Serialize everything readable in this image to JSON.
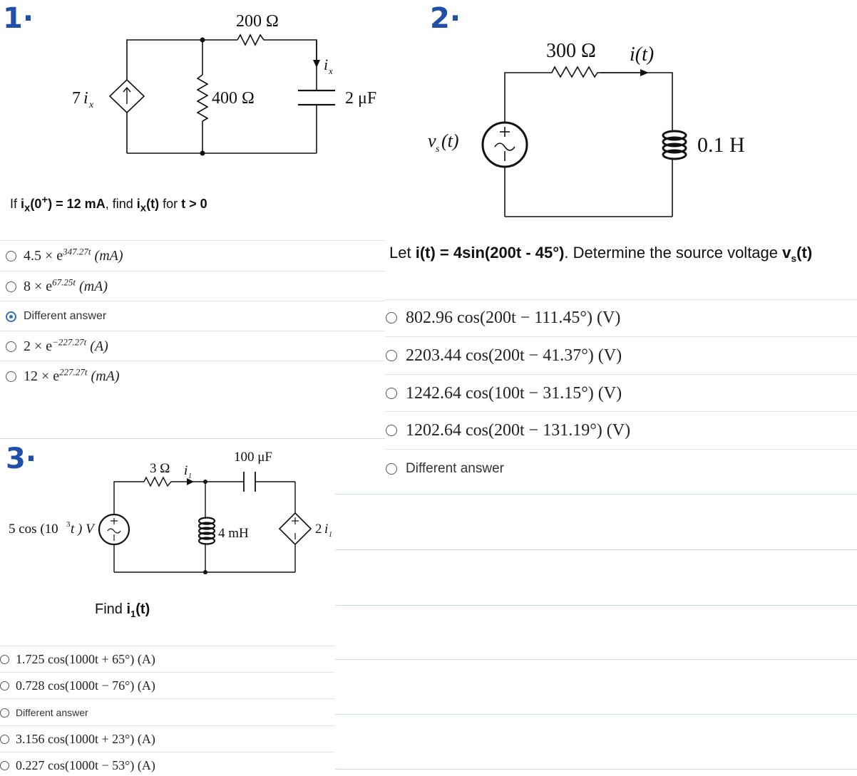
{
  "q1": {
    "number": "1·",
    "circuit": {
      "source_label": "7",
      "source_sub": "x",
      "r1": "200 Ω",
      "r2": "400 Ω",
      "cap": "2 μF",
      "current_label": "i",
      "current_sub": "x"
    },
    "prompt": {
      "p1": "If ",
      "p2": "i",
      "p3": "x",
      "p4": "(0",
      "p5": "+",
      "p6": ") = 12 mA",
      "p7": ", find ",
      "p8": "i",
      "p9": "x",
      "p10": "(t)",
      "p11": " for ",
      "p12": "t > 0"
    },
    "options": [
      {
        "coef": "4.5 × e",
        "exp": "347.27t",
        "unit": "(mA)",
        "selected": false
      },
      {
        "coef": "8 × e",
        "exp": "67.25t",
        "unit": "(mA)",
        "selected": false
      },
      {
        "text": "Different answer",
        "selected": true
      },
      {
        "coef": "2 × e",
        "exp": "−227.27t",
        "unit": "(A)",
        "selected": false
      },
      {
        "coef": "12 × e",
        "exp": "227.27t",
        "unit": "(mA)",
        "selected": false
      }
    ]
  },
  "q2": {
    "number": "2·",
    "circuit": {
      "r": "300 Ω",
      "current": "i(t)",
      "source": "v",
      "source_sub": "s",
      "source_arg": "(t)",
      "inductor": "0.1 H"
    },
    "prompt": {
      "p1": "Let ",
      "p2": "i(t) = 4sin(200t - 45°)",
      "p3": ". Determine the source voltage ",
      "p4": "v",
      "p5": "s",
      "p6": "(t)"
    },
    "options": [
      {
        "text": "802.96 cos(200t − 111.45°) (V)",
        "selected": false
      },
      {
        "text": "2203.44 cos(200t − 41.37°) (V)",
        "selected": false
      },
      {
        "text": "1242.64 cos(100t − 31.15°) (V)",
        "selected": false
      },
      {
        "text": "1202.64 cos(200t − 131.19°) (V)",
        "selected": false
      },
      {
        "text": "Different answer",
        "selected": false
      }
    ]
  },
  "q3": {
    "number": "3·",
    "circuit": {
      "r": "3 Ω",
      "current": "i",
      "current_sub": "1",
      "cap": "100 μF",
      "inductor": "4 mH",
      "source": "5 cos (10",
      "source_exp": "3",
      "source_tail": "t ) V",
      "dep": "2",
      "dep_sub": "1"
    },
    "prompt": {
      "p1": "Find ",
      "p2": "i",
      "p3": "1",
      "p4": "(t)"
    },
    "options": [
      {
        "text": "1.725 cos(1000t + 65°) (A)",
        "selected": false
      },
      {
        "text": "0.728 cos(1000t − 76°) (A)",
        "selected": false
      },
      {
        "text": "Different answer",
        "selected": false
      },
      {
        "text": "3.156 cos(1000t + 23°) (A)",
        "selected": false
      },
      {
        "text": "0.227 cos(1000t − 53°) (A)",
        "selected": false
      }
    ]
  }
}
